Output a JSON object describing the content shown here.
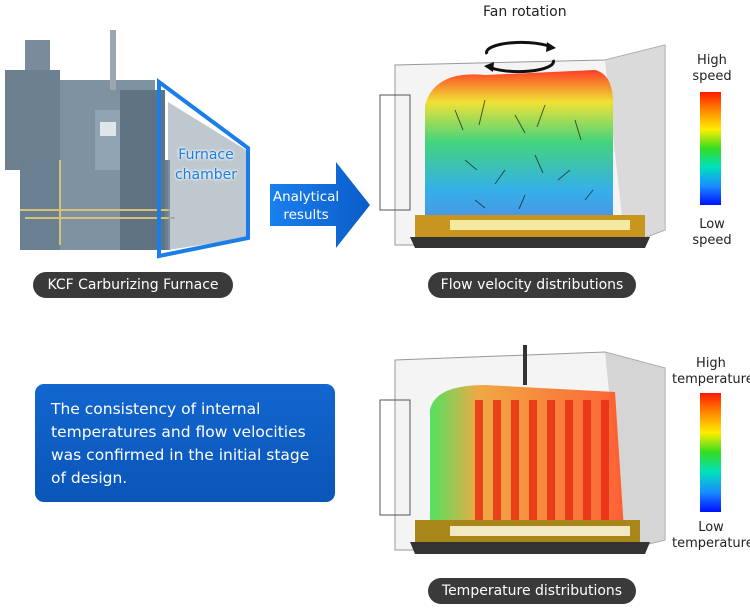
{
  "furnace": {
    "caption": "KCF Carburizing Furnace",
    "chamber_label": "Furnace chamber",
    "accent_color": "#1a7de8"
  },
  "arrow": {
    "label": "Analytical results",
    "color": "#1170e0"
  },
  "flow": {
    "caption": "Flow velocity distributions",
    "fan_label": "Fan rotation",
    "legend_high": "High speed",
    "legend_low": "Low speed"
  },
  "temperature": {
    "caption": "Temperature distributions",
    "legend_high": "High temperature",
    "legend_low": "Low temperature"
  },
  "message": "The consistency of internal temperatures and flow velocities was confirmed in the initial stage of design."
}
